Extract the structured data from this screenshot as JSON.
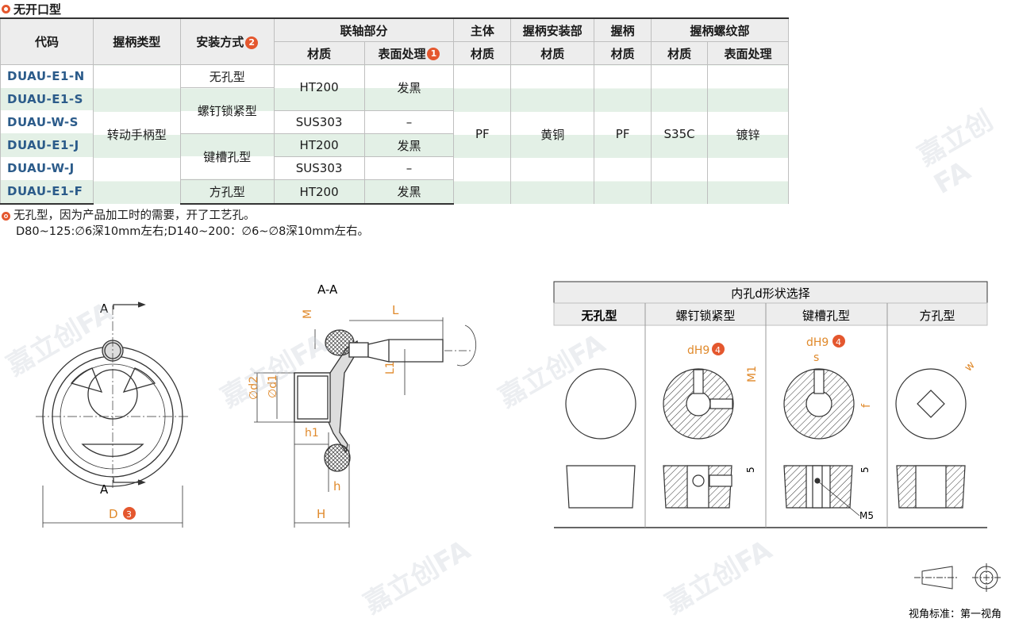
{
  "title": "无开口型",
  "headers": {
    "code": "代码",
    "handle_type": "握柄类型",
    "install": "安装方式",
    "coupling": "联轴部分",
    "material": "材质",
    "surface": "表面处理",
    "body": "主体",
    "handle_mount": "握柄安装部",
    "handle": "握柄",
    "handle_thread": "握柄螺纹部",
    "badge1": "1",
    "badge2": "2"
  },
  "rows": [
    {
      "code": "DUAU-E1-N"
    },
    {
      "code": "DUAU-E1-S"
    },
    {
      "code": "DUAU-W-S"
    },
    {
      "code": "DUAU-E1-J"
    },
    {
      "code": "DUAU-W-J"
    },
    {
      "code": "DUAU-E1-F"
    }
  ],
  "cells": {
    "handle_type": "转动手柄型",
    "install_none": "无孔型",
    "install_screw": "螺钉锁紧型",
    "install_key": "键槽孔型",
    "install_square": "方孔型",
    "mat_ht200": "HT200",
    "mat_sus303": "SUS303",
    "surf_black": "发黑",
    "surf_dash": "–",
    "body_mat": "PF",
    "mount_mat": "黄铜",
    "handle_mat": "PF",
    "thread_mat": "S35C",
    "thread_surf": "镀锌"
  },
  "note": {
    "line1": "无孔型，因为产品加工时的需要，开了工艺孔。",
    "line2": "D80~125:∅6深10mm左右;D140~200：∅6~∅8深10mm左右。"
  },
  "drawing": {
    "section_label": "A-A",
    "label_a": "A",
    "dim_D": "D",
    "badge3": "3",
    "dim_L": "L",
    "dim_M": "M",
    "dim_L1": "L1",
    "dim_d2": "∅d2",
    "dim_d1": "∅d1",
    "dim_h1": "h1",
    "dim_h": "h",
    "dim_H": "H"
  },
  "options": {
    "title": "内孔d形状选择",
    "types": [
      "无孔型",
      "螺钉锁紧型",
      "键槽孔型",
      "方孔型"
    ],
    "dH9": "dH9",
    "badge4": "4",
    "M1": "M1",
    "f": "f",
    "s": "s",
    "w": "w",
    "five": "5",
    "M5": "M5"
  },
  "projection": "视角标准：第一视角",
  "watermark": "嘉立创FA",
  "colors": {
    "accent": "#e4572e",
    "code_blue": "#2b5b8a",
    "row_green": "#e3f0e6",
    "dim_orange": "#e08a2c"
  }
}
